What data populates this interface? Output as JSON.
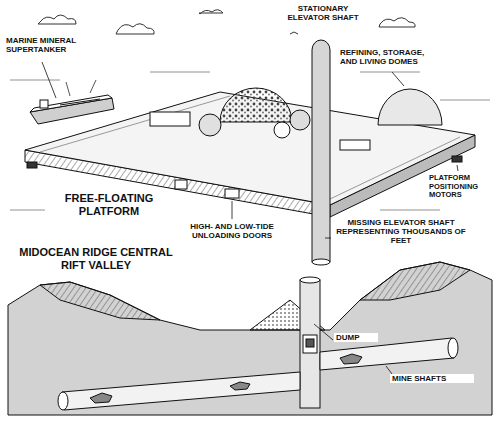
{
  "diagram": {
    "labels": [
      "STATIONARY ELEVATOR SHAFT",
      "MARINE MINERAL SUPERTANKER",
      "REFINING, STORAGE, AND LIVING DOMES",
      "FREE-FLOATING PLATFORM",
      "PLATFORM POSITIONING MOTORS",
      "HIGH- AND LOW-TIDE UNLOADING DOORS",
      "MISSING ELEVATOR SHAFT REPRESENTING THOUSANDS OF FEET",
      "MIDOCEAN RIDGE CENTRAL RIFT VALLEY",
      "DUMP",
      "MINE SHAFTS"
    ]
  }
}
